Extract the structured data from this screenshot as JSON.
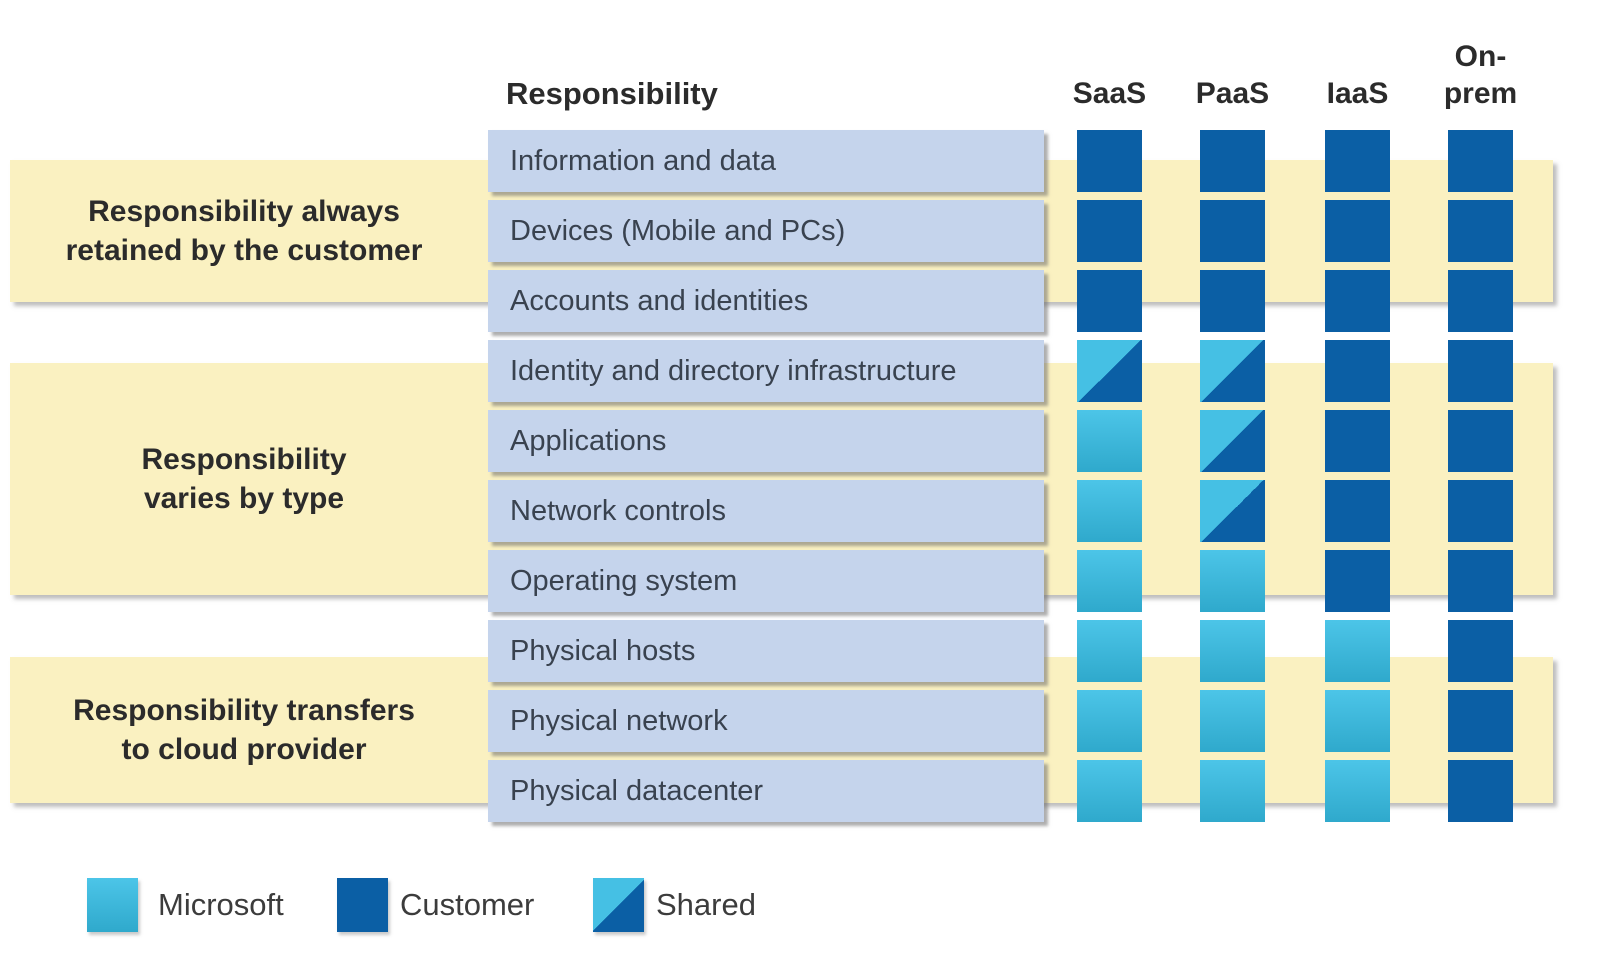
{
  "header": {
    "responsibility_label": "Responsibility",
    "columns": [
      {
        "label": "SaaS"
      },
      {
        "label": "PaaS"
      },
      {
        "label": "IaaS"
      },
      {
        "label": "On-prem",
        "line1": "On-",
        "line2": "prem"
      }
    ]
  },
  "groups": [
    {
      "line1": "Responsibility always",
      "line2": "retained by the customer"
    },
    {
      "line1": "Responsibility",
      "line2": "varies by type"
    },
    {
      "line1": "Responsibility transfers",
      "line2": "to cloud provider"
    }
  ],
  "rows": [
    {
      "label": "Information and data",
      "cells": [
        "customer",
        "customer",
        "customer",
        "customer"
      ]
    },
    {
      "label": "Devices (Mobile and PCs)",
      "cells": [
        "customer",
        "customer",
        "customer",
        "customer"
      ]
    },
    {
      "label": "Accounts and identities",
      "cells": [
        "customer",
        "customer",
        "customer",
        "customer"
      ]
    },
    {
      "label": "Identity and directory infrastructure",
      "cells": [
        "shared",
        "shared",
        "customer",
        "customer"
      ]
    },
    {
      "label": "Applications",
      "cells": [
        "microsoft",
        "shared",
        "customer",
        "customer"
      ]
    },
    {
      "label": "Network controls",
      "cells": [
        "microsoft",
        "shared",
        "customer",
        "customer"
      ]
    },
    {
      "label": "Operating system",
      "cells": [
        "microsoft",
        "microsoft",
        "customer",
        "customer"
      ]
    },
    {
      "label": "Physical hosts",
      "cells": [
        "microsoft",
        "microsoft",
        "microsoft",
        "customer"
      ]
    },
    {
      "label": "Physical network",
      "cells": [
        "microsoft",
        "microsoft",
        "microsoft",
        "customer"
      ]
    },
    {
      "label": "Physical datacenter",
      "cells": [
        "microsoft",
        "microsoft",
        "microsoft",
        "customer"
      ]
    }
  ],
  "legend": [
    {
      "label": "Microsoft",
      "owner": "microsoft"
    },
    {
      "label": "Customer",
      "owner": "customer"
    },
    {
      "label": "Shared",
      "owner": "shared"
    }
  ],
  "colors": {
    "customer-blue": "#0B5FA5",
    "microsoft-blue-top": "#4CC5E8",
    "microsoft-blue-bottom": "#2FA9CC",
    "microsoft-blue-flat": "#45C0E4",
    "row-label-bg": "#C5D4EC",
    "band-yellow": "#FAF1C1"
  }
}
